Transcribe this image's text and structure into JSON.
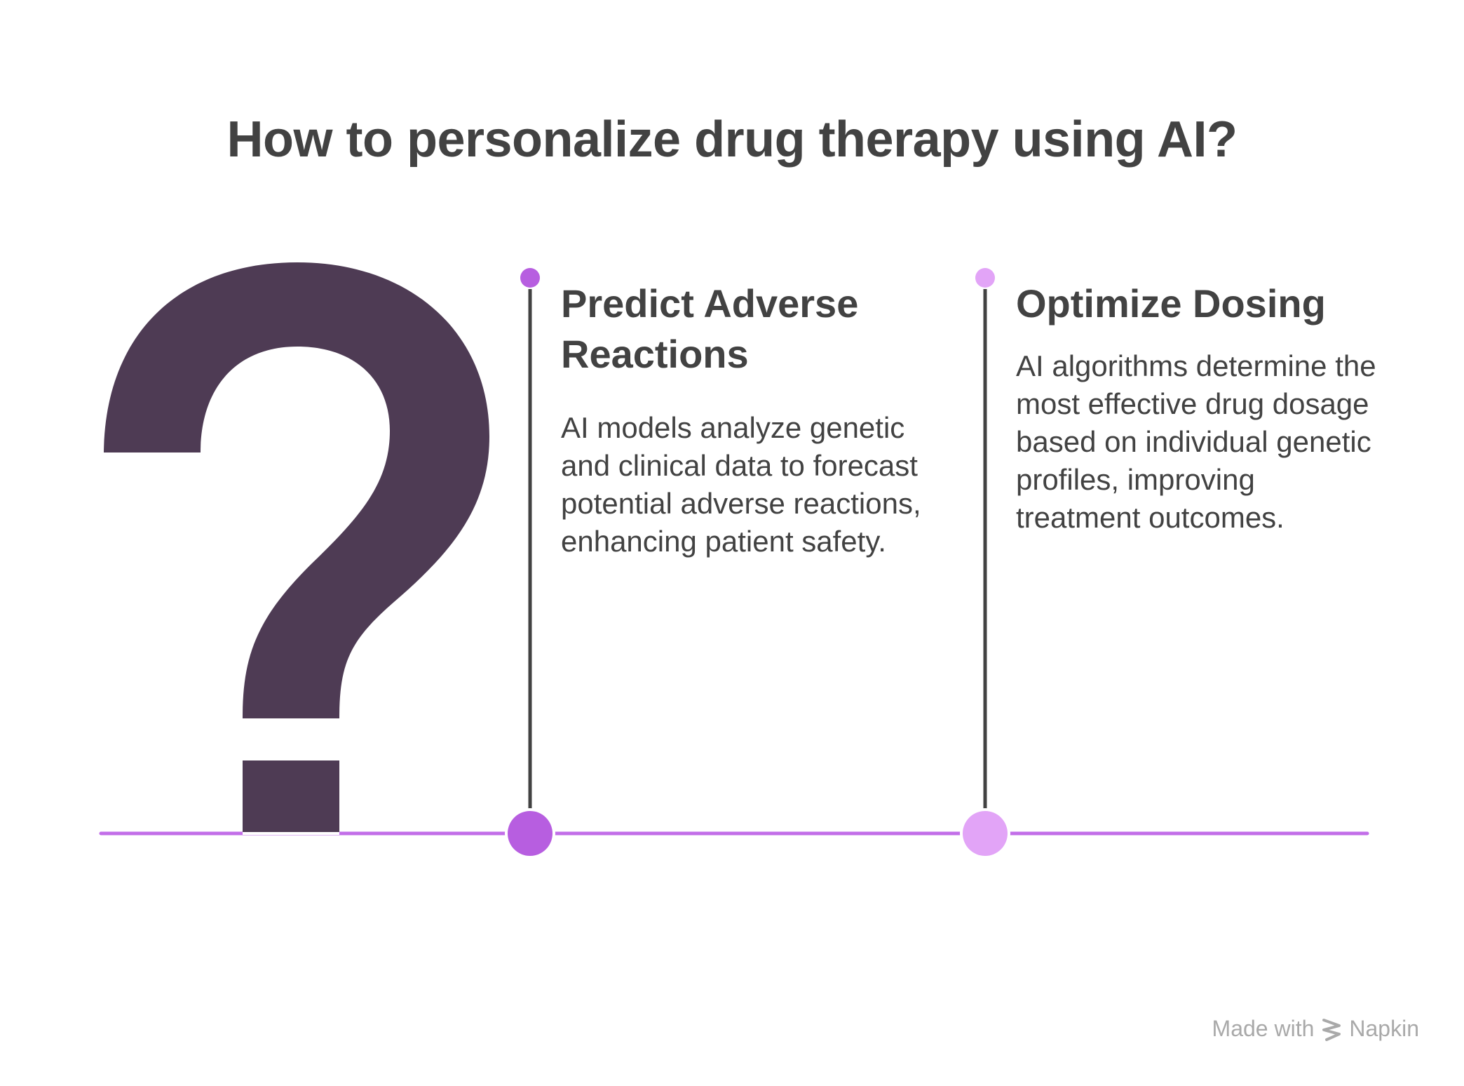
{
  "title": "How to personalize drug therapy using AI?",
  "colors": {
    "text": "#424242",
    "question_mark": "#4e3b54",
    "baseline": "#c26ee8",
    "accent_1": "#b75ee0",
    "accent_2": "#e2a4f7",
    "stem": "#424242"
  },
  "icon": "question-mark-icon",
  "items": [
    {
      "heading": "Predict Adverse Reactions",
      "heading_lines": [
        "Predict Adverse",
        "Reactions"
      ],
      "body": "AI models analyze genetic and clinical data to forecast potential adverse reactions, enhancing patient safety.",
      "color": "#b75ee0"
    },
    {
      "heading": "Optimize Dosing",
      "heading_lines": [
        "Optimize Dosing"
      ],
      "body": "AI algorithms determine the most effective drug dosage based on individual genetic profiles, improving treatment outcomes.",
      "color": "#e2a4f7"
    }
  ],
  "branding": {
    "prefix": "Made with",
    "name": "Napkin"
  }
}
